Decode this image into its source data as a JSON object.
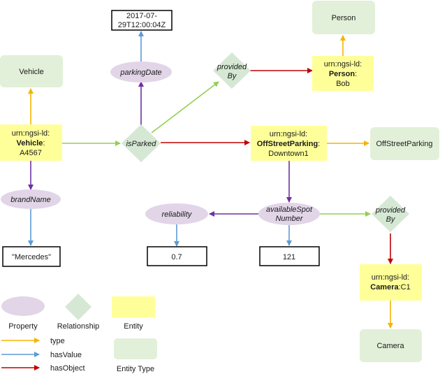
{
  "colors": {
    "type": "#f5b400",
    "hasValue": "#5b9bd5",
    "hasObject": "#c00000",
    "property_arrow": "#7030a0",
    "relationship_arrow": "#92d050",
    "entity_fill": "#ffff99",
    "entity_type_fill": "#e2f0d9",
    "property_fill": "#e1d5e7",
    "relationship_fill": "#d5e8d4"
  },
  "entity_types": {
    "person": "Person",
    "vehicle": "Vehicle",
    "offstreetparking": "OffStreetParking",
    "camera": "Camera"
  },
  "entities": {
    "vehicle": {
      "prefix": "urn:ngsi-ld:",
      "type": "Vehicle",
      "id": "A4567"
    },
    "person": {
      "prefix": "urn:ngsi-ld:",
      "type": "Person",
      "id": "Bob"
    },
    "offstreetparking": {
      "prefix": "urn:ngsi-ld:",
      "type": "OffStreetParking",
      "id": "Downtown1"
    },
    "camera": {
      "prefix": "urn:ngsi-ld:",
      "type": "Camera",
      "id": "C1"
    }
  },
  "properties": {
    "parkingDate": "parkingDate",
    "brandName": "brandName",
    "reliability": "reliability",
    "availableSpotNumber_1": "availableSpot",
    "availableSpotNumber_2": "Number"
  },
  "relationships": {
    "isParked": "isParked",
    "providedBy_1_line1": "provided",
    "providedBy_1_line2": "By",
    "providedBy_2_line1": "provided",
    "providedBy_2_line2": "By"
  },
  "values": {
    "parkingDate_line1": "2017-07-",
    "parkingDate_line2": "29T12:00:04Z",
    "brandName": "\"Mercedes\"",
    "reliability": "0.7",
    "availableSpotNumber": "121"
  },
  "legend": {
    "property": "Property",
    "relationship": "Relationship",
    "entity": "Entity",
    "entity_type": "Entity Type",
    "type": "type",
    "hasValue": "hasValue",
    "hasObject": "hasObject"
  }
}
